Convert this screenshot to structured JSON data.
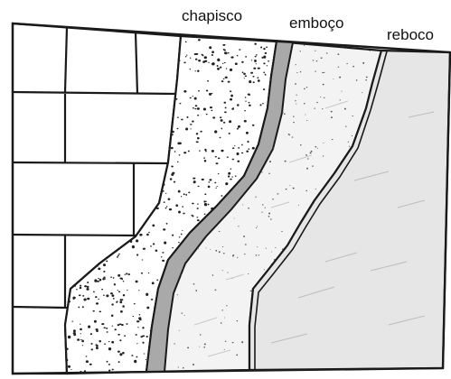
{
  "labels": {
    "chapisco": "chapisco",
    "emboco": "emboço",
    "reboco": "reboco"
  },
  "colors": {
    "outline": "#1a1a1a",
    "brick": "#ffffff",
    "chapisco_fill": "#ffffff",
    "emboco_band": "#a9a9a9",
    "emboco_fill": "#f2f2f2",
    "reboco_fill": "#e6e6e6",
    "dots": "#222222"
  }
}
